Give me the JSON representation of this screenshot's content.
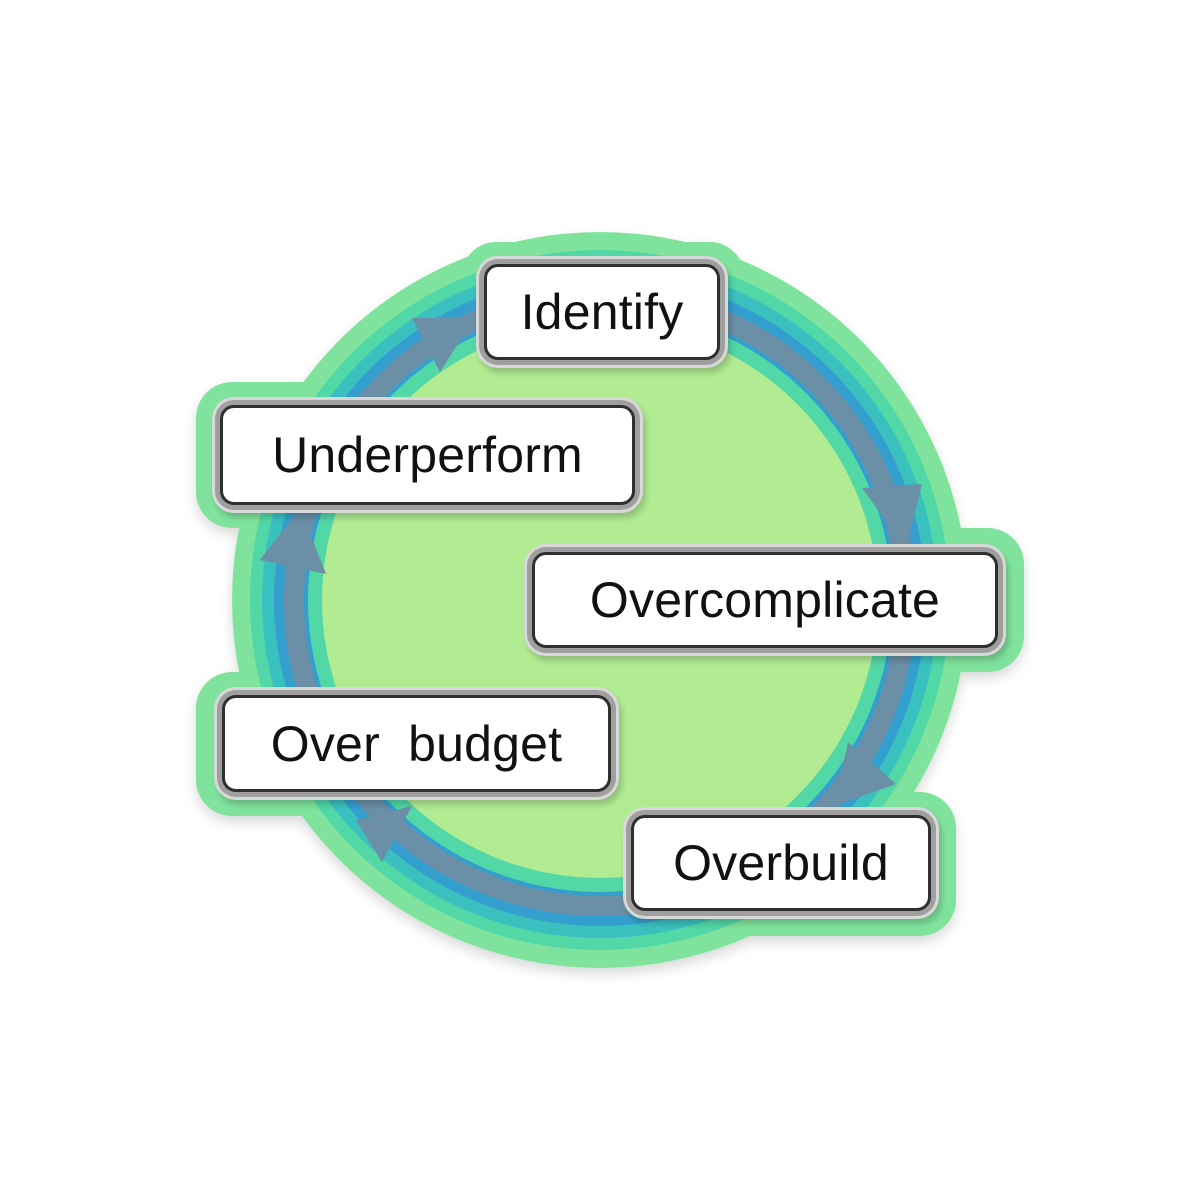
{
  "diagram": {
    "cycle_steps": [
      {
        "id": "identify",
        "label": "Identify"
      },
      {
        "id": "overcomplicate",
        "label": "Overcomplicate"
      },
      {
        "id": "overbuild",
        "label": "Overbuild"
      },
      {
        "id": "overbudget",
        "label": "Over  budget"
      },
      {
        "id": "underperform",
        "label": "Underperform"
      }
    ],
    "flow": [
      "identify",
      "overcomplicate",
      "overbuild",
      "overbudget",
      "underperform",
      "identify"
    ],
    "colors": {
      "outer_sticker": "#7fe39d",
      "ring_outer": "#52d7a7",
      "ring_mid": "#3ac0bf",
      "ring_inner": "#349fce",
      "arrow": "#6a8fa6",
      "inner_disc": "#b1eb92",
      "box_fill": "#ffffff",
      "box_border": "#2f2f2f",
      "box_frame": "#9f9f9f",
      "text": "#111111"
    }
  }
}
